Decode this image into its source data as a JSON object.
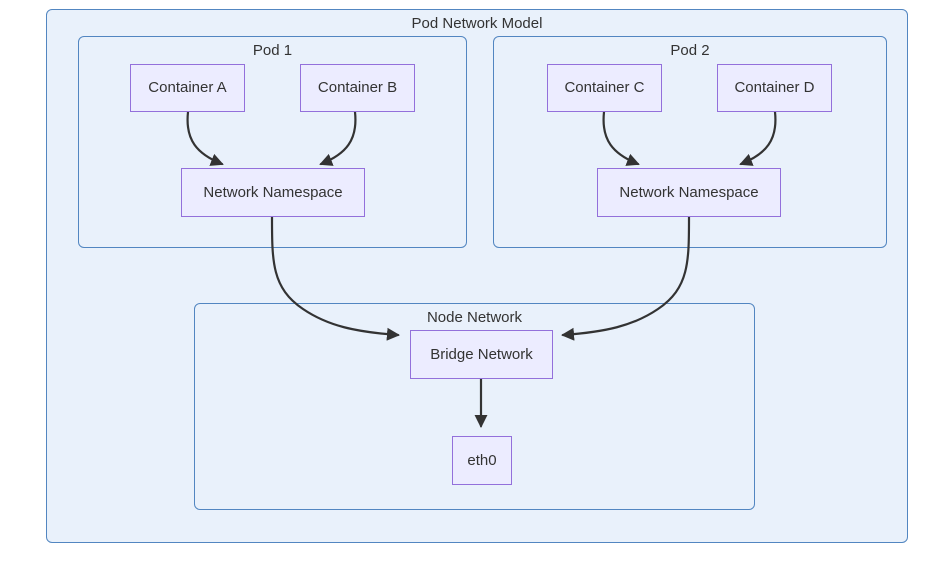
{
  "diagram": {
    "type": "flowchart",
    "title": "Pod Network Model",
    "clusters": {
      "pod1": {
        "label": "Pod 1"
      },
      "pod2": {
        "label": "Pod 2"
      },
      "node_network": {
        "label": "Node Network"
      }
    },
    "nodes": {
      "container_a": {
        "label": "Container A"
      },
      "container_b": {
        "label": "Container B"
      },
      "container_c": {
        "label": "Container C"
      },
      "container_d": {
        "label": "Container D"
      },
      "namespace1": {
        "label": "Network Namespace"
      },
      "namespace2": {
        "label": "Network Namespace"
      },
      "bridge": {
        "label": "Bridge Network"
      },
      "eth0": {
        "label": "eth0"
      }
    },
    "edges": [
      {
        "from": "container_a",
        "to": "namespace1"
      },
      {
        "from": "container_b",
        "to": "namespace1"
      },
      {
        "from": "container_c",
        "to": "namespace2"
      },
      {
        "from": "container_d",
        "to": "namespace2"
      },
      {
        "from": "namespace1",
        "to": "bridge"
      },
      {
        "from": "namespace2",
        "to": "bridge"
      },
      {
        "from": "bridge",
        "to": "eth0"
      }
    ],
    "colors": {
      "cluster_fill": "#e9f1fb",
      "cluster_border": "#5286c1",
      "node_fill": "#ececff",
      "node_border": "#9370db",
      "text": "#333333",
      "edge": "#333333",
      "page_bg": "#ffffff"
    }
  }
}
